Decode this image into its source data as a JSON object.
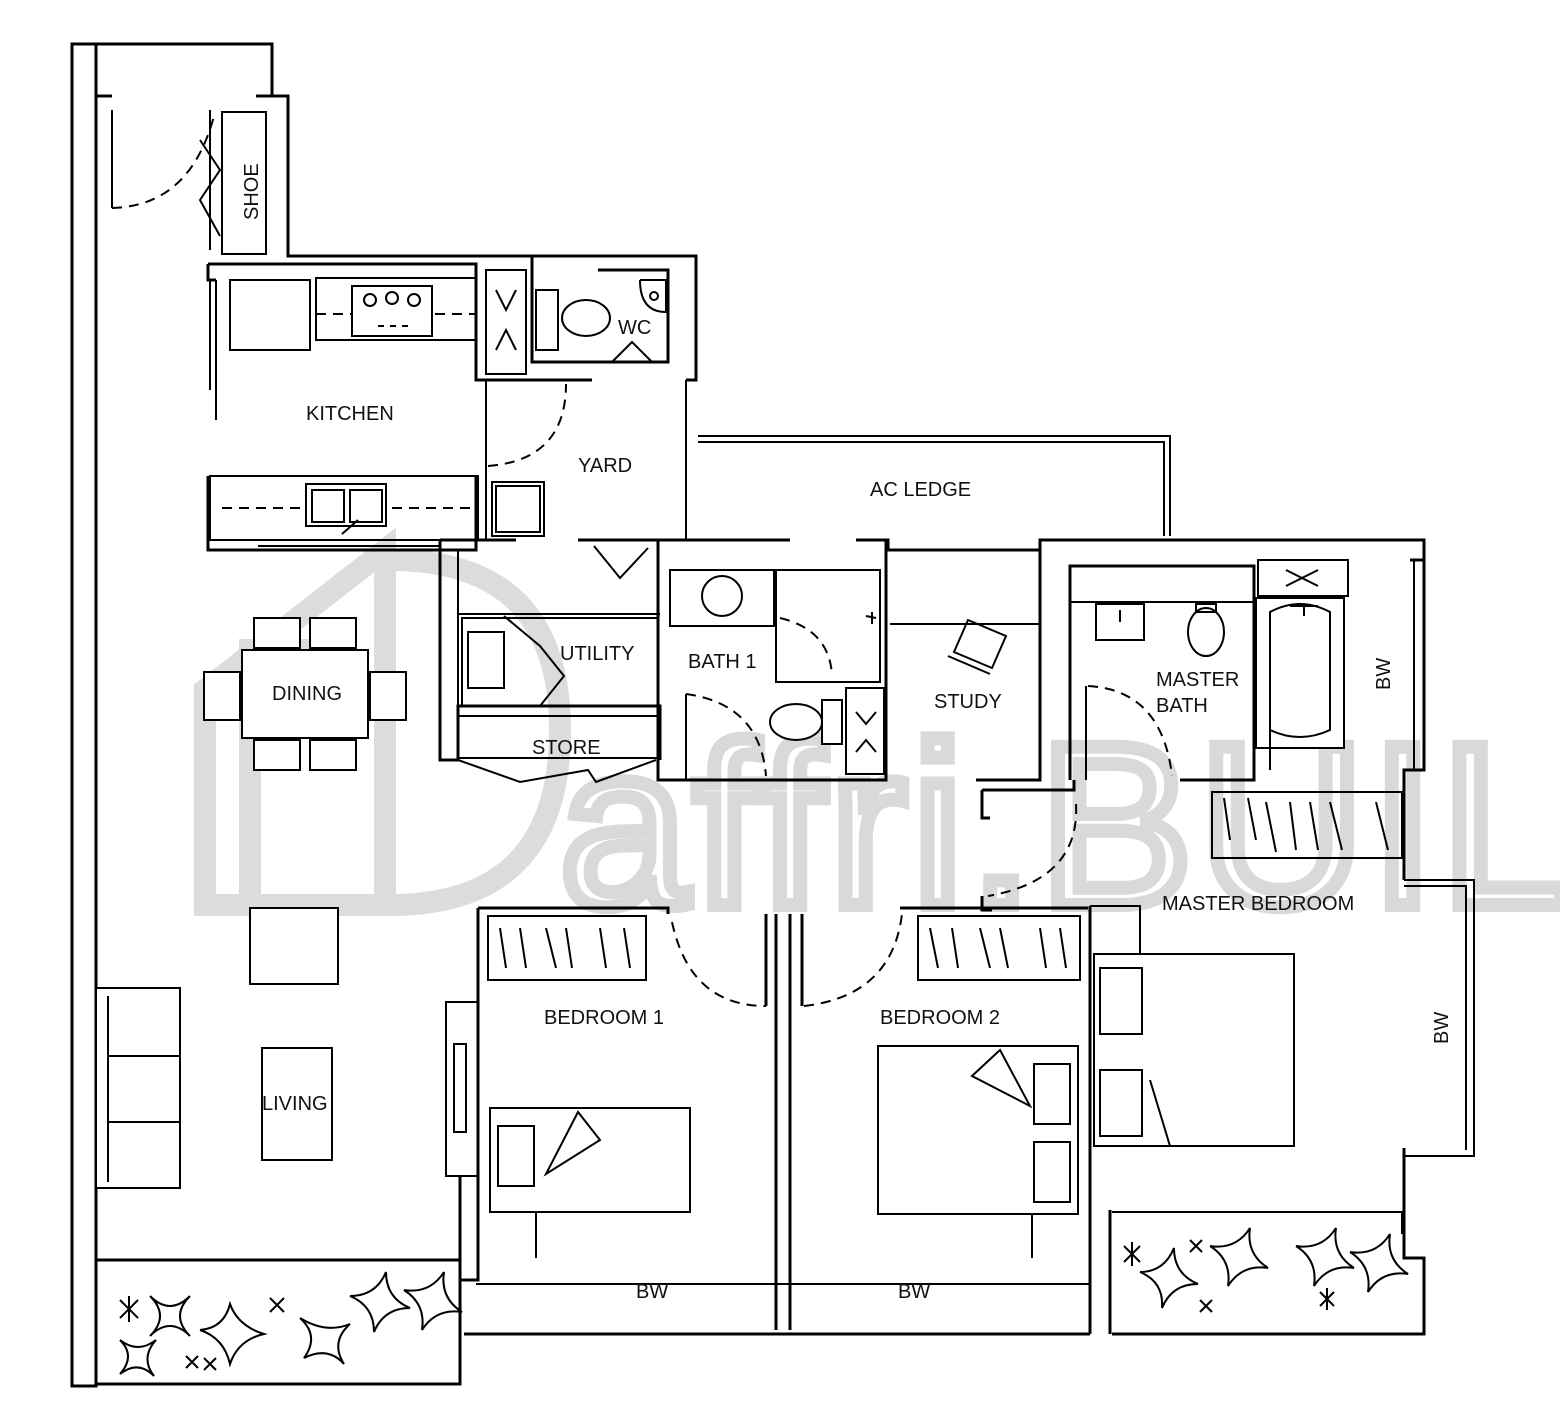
{
  "rooms": {
    "shoe": "SHOE",
    "wc": "WC",
    "kitchen": "KITCHEN",
    "yard": "YARD",
    "ac_ledge": "AC LEDGE",
    "utility": "UTILITY",
    "bath1": "BATH 1",
    "store": "STORE",
    "dining": "DINING",
    "study": "STUDY",
    "master_bath_line1": "MASTER",
    "master_bath_line2": "BATH",
    "bw_master_bath": "BW",
    "master_bedroom": "MASTER BEDROOM",
    "bw_master_bedroom": "BW",
    "bedroom1": "BEDROOM 1",
    "bedroom2": "BEDROOM 2",
    "living": "LIVING",
    "bw_bedroom1": "BW",
    "bw_bedroom2": "BW"
  },
  "watermark": "affri.BUILD",
  "colors": {
    "line": "#000000",
    "watermark": "#d9d9d9",
    "background": "#ffffff"
  }
}
